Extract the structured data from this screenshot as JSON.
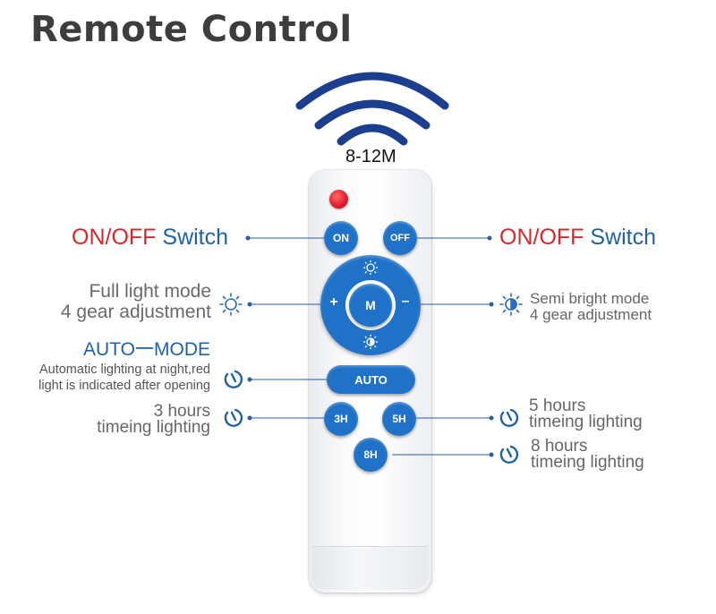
{
  "title": "Remote Control",
  "range": "8-12M",
  "callouts": {
    "on_off_left": {
      "red": "ON/OFF",
      "blue": "Switch"
    },
    "on_off_right": {
      "red": "ON/OFF",
      "blue": "Switch"
    },
    "full_light": {
      "line1": "Full light mode",
      "line2": "4 gear adjustment"
    },
    "semi_bright": {
      "line1": "Semi bright mode",
      "line2": "4 gear adjustment"
    },
    "auto_mode": {
      "title": "AUTO一MODE",
      "line1": "Automatic lighting at night,red",
      "line2": "light is indicated after opening"
    },
    "three_hours": {
      "line1": "3 hours",
      "line2": "timeing lighting"
    },
    "five_hours": {
      "line1": "5 hours",
      "line2": "timeing lighting"
    },
    "eight_hours": {
      "line1": "8 hours",
      "line2": "timeing lighting"
    }
  },
  "buttons": {
    "on": "ON",
    "off": "OFF",
    "mode": "M",
    "plus": "+",
    "minus": "–",
    "auto": "AUTO",
    "h3": "3H",
    "h5": "5H",
    "h8": "8H"
  },
  "colors": {
    "button_blue": "#1f72c8",
    "label_red": "#d8262b",
    "label_blue": "#1f62a8",
    "indicator_red": "#e0182a"
  },
  "icons": [
    "signal-waves-icon",
    "sun-icon",
    "half-sun-icon",
    "timer-icon"
  ]
}
